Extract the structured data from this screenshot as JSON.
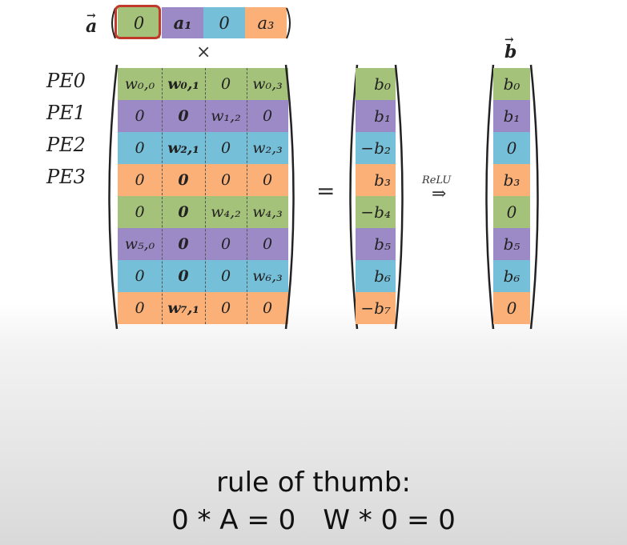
{
  "colors": {
    "green": "#a5c27a",
    "purple": "#9c8ac7",
    "blue": "#76bfd9",
    "orange": "#fbb077",
    "highlight": "#c0392b"
  },
  "vector_a": {
    "symbol": "a",
    "cells": [
      {
        "text": "0",
        "color": "green",
        "highlight": true,
        "bold": false
      },
      {
        "text": "a₁",
        "color": "purple",
        "highlight": false,
        "bold": true
      },
      {
        "text": "0",
        "color": "blue",
        "highlight": false,
        "bold": false
      },
      {
        "text": "a₃",
        "color": "orange",
        "highlight": false,
        "bold": false
      }
    ]
  },
  "times_symbol": "×",
  "pe_labels": [
    "PE0",
    "PE1",
    "PE2",
    "PE3"
  ],
  "matrix": {
    "row_colors": [
      "green",
      "purple",
      "blue",
      "orange",
      "green",
      "purple",
      "blue",
      "orange"
    ],
    "rows": [
      [
        "w₀,₀",
        "w₀,₁",
        "0",
        "w₀,₃"
      ],
      [
        "0",
        "0",
        "w₁,₂",
        "0"
      ],
      [
        "0",
        "w₂,₁",
        "0",
        "w₂,₃"
      ],
      [
        "0",
        "0",
        "0",
        "0"
      ],
      [
        "0",
        "0",
        "w₄,₂",
        "w₄,₃"
      ],
      [
        "w₅,₀",
        "0",
        "0",
        "0"
      ],
      [
        "0",
        "0",
        "0",
        "w₆,₃"
      ],
      [
        "0",
        "w₇,₁",
        "0",
        "0"
      ]
    ],
    "bold_column": 1
  },
  "equals_symbol": "=",
  "result_vector": [
    "b₀",
    "b₁",
    "−b₂",
    "b₃",
    "−b₄",
    "b₅",
    "b₆",
    "−b₇"
  ],
  "relu": {
    "label": "ReLU",
    "arrow": "⇒"
  },
  "vector_b": {
    "symbol": "b",
    "values": [
      "b₀",
      "b₁",
      "0",
      "b₃",
      "0",
      "b₅",
      "b₆",
      "0"
    ]
  },
  "rule_of_thumb": {
    "title": "rule of thumb:",
    "rule1": "0 * A = 0",
    "rule2": "W * 0 = 0"
  }
}
